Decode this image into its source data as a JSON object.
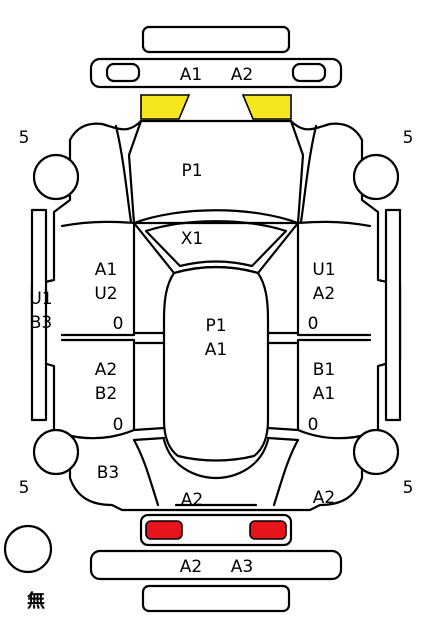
{
  "colors": {
    "outline": "#000000",
    "background": "#ffffff",
    "front_lights": "#f5e61e",
    "rear_lights": "#e8141c"
  },
  "labels": {
    "front_bumper_left": "A1",
    "front_bumper_right": "A2",
    "hood": "P1",
    "windshield": "X1",
    "roof_1": "P1",
    "roof_2": "A1",
    "left_front_door_1": "A1",
    "left_front_door_2": "U2",
    "left_front_door_3": "0",
    "left_rear_door_1": "A2",
    "left_rear_door_2": "B2",
    "left_rear_door_3": "0",
    "left_rocker_1": "U1",
    "left_rocker_2": "B3",
    "right_front_door_1": "U1",
    "right_front_door_2": "A2",
    "right_front_door_3": "0",
    "right_rear_door_1": "B1",
    "right_rear_door_2": "A1",
    "right_rear_door_3": "0",
    "left_rear_quarter": "B3",
    "right_rear_quarter": "A2",
    "trunk": "A2",
    "rear_bumper_left": "A2",
    "rear_bumper_right": "A3",
    "front_left_tire": "5",
    "front_right_tire": "5",
    "rear_left_tire": "5",
    "rear_right_tire": "5",
    "spare_tire": "無"
  }
}
